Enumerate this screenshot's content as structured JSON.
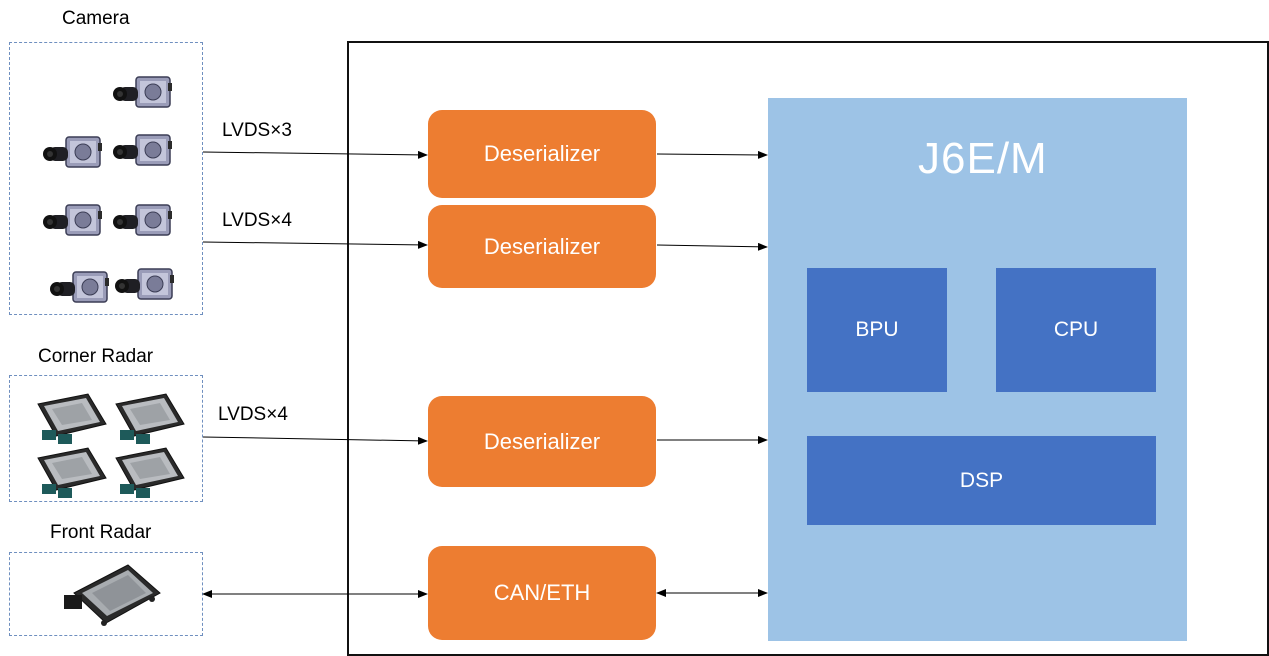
{
  "groups": {
    "camera": "Camera",
    "corner_radar": "Corner Radar",
    "front_radar": "Front Radar"
  },
  "links": {
    "camera_top": "LVDS×3",
    "camera_bottom": "LVDS×4",
    "corner_radar": "LVDS×4"
  },
  "blocks": {
    "deser1": "Deserializer",
    "deser2": "Deserializer",
    "deser3": "Deserializer",
    "can_eth": "CAN/ETH"
  },
  "soc": {
    "title": "J6E/M",
    "bpu": "BPU",
    "cpu": "CPU",
    "dsp": "DSP"
  },
  "colors": {
    "orange": "#ed7d31",
    "soc_bg": "#9dc3e6",
    "soc_block": "#4472c4",
    "dashed_border": "#6f8fbf"
  },
  "icons": {
    "camera": "camera-module-icon",
    "corner_radar": "corner-radar-module-icon",
    "front_radar": "front-radar-module-icon"
  }
}
